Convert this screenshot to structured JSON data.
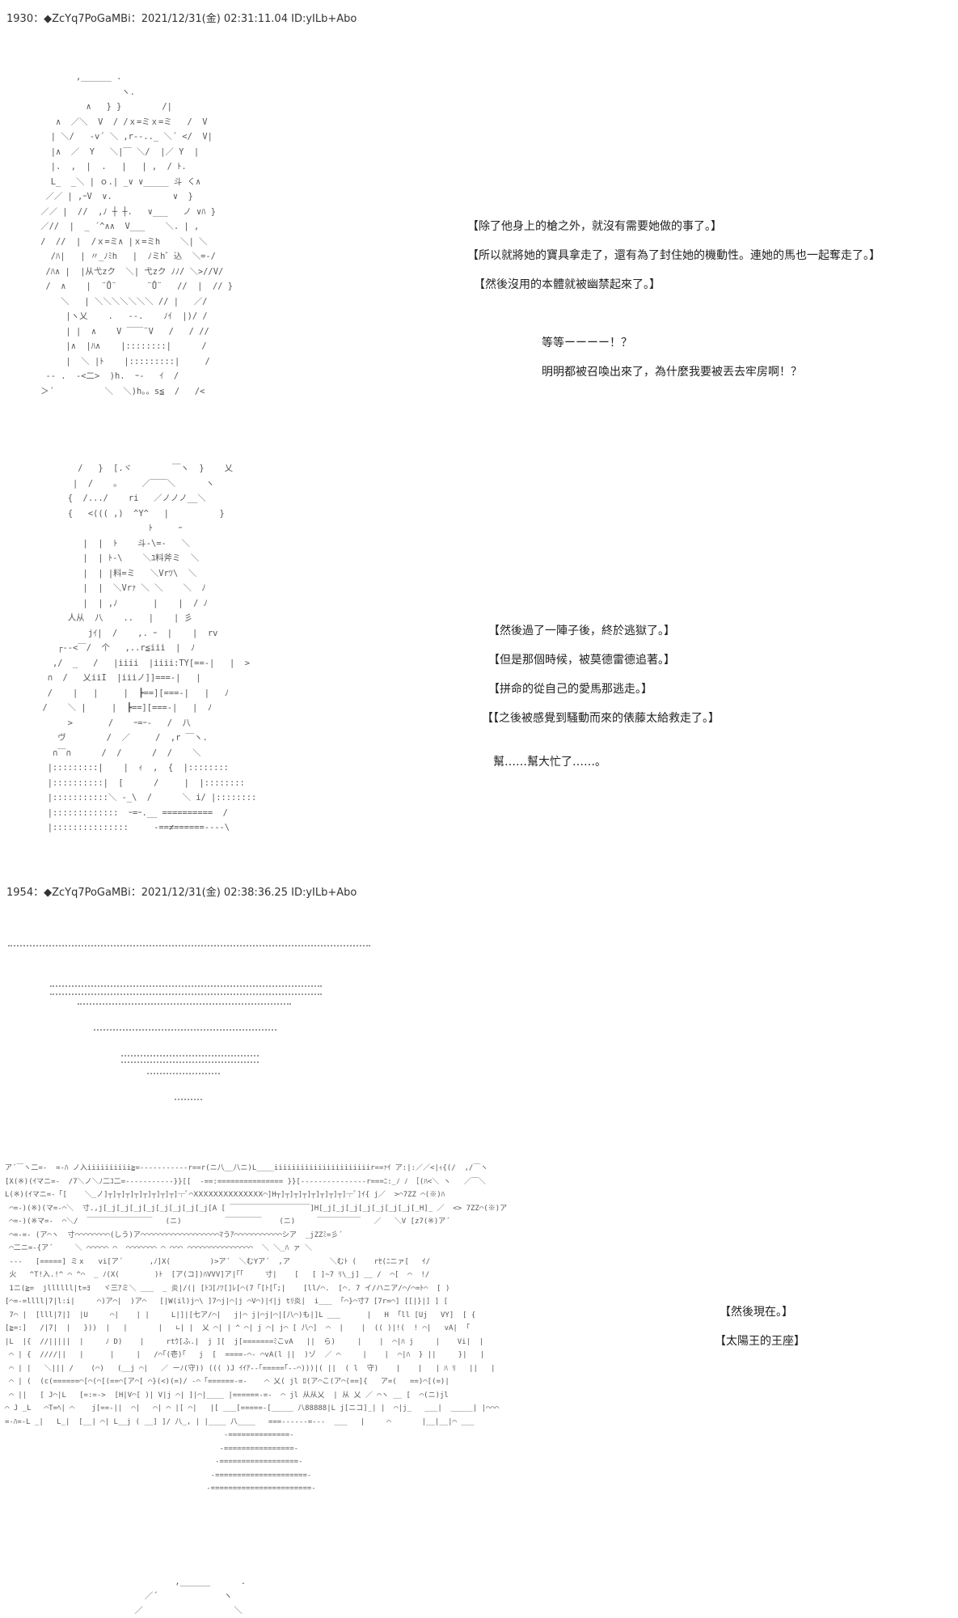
{
  "posts": [
    {
      "header": "1930：◆ZcYq7PoGaMBi：2021/12/31(金) 02:31:11.04 ID:yILb+Abo",
      "lines_a": [
        "【除了他身上的槍之外，就沒有需要她做的事了。】",
        "【所以就將她的寶具拿走了，還有為了封住她的機動性。連她的馬也一起奪走了。】",
        "【然後沒用的本體就被幽禁起來了。】"
      ],
      "lines_b": [
        "等等ーーーー！？",
        "明明都被召喚出來了，為什麼我要被丟去牢房啊！？"
      ],
      "lines_c": [
        "【然後過了一陣子後，終於逃獄了。】",
        "【但是那個時候，被莫德雷德追著。】",
        "【拼命的從自己的愛馬那逃走。】",
        "【【之後被感覺到騷動而來的俵藤太給救走了。】"
      ],
      "lines_d": [
        "幫……幫大忙了……。"
      ]
    },
    {
      "header": "1954：◆ZcYq7PoGaMBi：2021/12/31(金) 02:38:36.25 ID:yILb+Abo",
      "lines_e": [
        "【然後現在。】",
        "【太陽王的王座】"
      ]
    }
  ],
  "ascii_art": {
    "figure_one": "        ,______ .\n                 ヽ.\n          ∧   } }        /|\n    ∧  ／＼  V  / /ｘ=ミｘ=ミ   /  V\n   | ＼/   -v´ ＼ ,r--.._ ＼´ </  V|\n   |∧  ／  Y   ＼|￣ ＼/  |／ Y  |\n   |.  ,  |  .   |   | ,  / ﾄ.\n   L_  _＼ | ｏ.| _∨ ∨_____ 斗 く∧\n  ／／ | ,ｰV  ∨.            ∨  }\n ／／ |  //  ,ﾉ ┼ ┼.   ∨___   ノ ∨ﾊ }\n ／//  |  _ ´^∧∧  V___    ＼. | ,\n /  //  |  /ｘ=ミ∧ |ｘ=ミh    ＼| ＼\n   /ﾊ|   | 〃_ﾉﾐh   |  ﾉミh゛込  ＼=-/\n  /ﾊ∧ |  |从弋zク  ＼| 弋zク ﾉﾉ/ ＼>//V/\n  /  ∧    |  ¨Ů¨      ¨Ů¨   //  |  // }\n     ＼   | ＼＼＼＼＼＼＼ // |   ／/\n      |ヽ乂    .   --.    ﾉｲ  |)/ /\n      | |  ∧    V ￣￣¨V   /   / //\n      |∧  |ﾊ∧    |::::::::|      /\n      |  ＼ |ﾄ    |:::::::::|     /\n  -- .  ‐<二>  )h.  ｰ‐   ｲ  /\n ＞´          ＼  ＼)h。。s≦  /   /<",
    "figure_two": "         /   }  [.ヾ        ￣ヽ  }    乂\n        |  /    。    ／￣￣＼      ヽ\n       {  /.../    ri   ／ノノノ__＼\n       {   <((( ,)  ^Y^   |          }\n                       ﾄ     ｰ\n          |  |  ﾄ    斗-\\=-   ＼\n          |  | ﾄ-\\    ＼ﾕ料斧ミ  ＼\n          |  | |料=ミ   ＼Vrﾂ\\  ＼\n          |  |  ＼Vrｧ ＼ ＼    ＼  ﾉ\n          |  | ,ﾉ       |    |  / ﾉ\n       人从  八    ..   |    | 彡\n           jｲ|  /    ,. ｰ  |    |  rv\n     ┌--<￣/  个   ,..r≦iii  |  ﾉ\n    ,/  _   /   |iiii  |iiii:TY[==-|   |  >\n   ∩  /   乂iiI  |iiiノ]]===-|   |  \n   /    |   |     |  ┣==][===-|   |   ﾉ\n  /    ＼ |     |  ┣==][===-|   |  ﾉ\n       >       /    ｰ=ｰ-   /  八\n     ヴ        /  ／     /  ,r ￣ヽ.\n    ∩￣∩      /  /      /  /    ＼\n   |:::::::::|    |  ｨ  ,  {  |::::::::\n   |::::::::::|  [      /     |  |::::::::\n   |:::::::::::＼ -_\\  /      ＼ i/ |::::::::\n   |:::::::::::::  ｰ=ｰ.__ ==========  /\n   |:::::::::::::::     -==≠======----\\",
    "castle": "ア´￣ヽ二=-  =-ﾊ ノ入iiiiiiiiii≧=-----------r==r(ニ八__八ニ)L____iiiiiiiiiiiiiiiiiiiiiir==ｧｲ ア:|:／／<|ｨ{(/  ,/￣ヽ\n[X(※)(ｲマニ=-  /7＼ノ＼ﾉ二ｺ二=-----------}}[[  -==:=============== }}[---------------r===ﾆ:_ﾉ ﾉ ［(ﾊ<＼ ヽ   ／￣＼\nL(※)(ｲマニ=-「[    ＼_ノ]┬]┬]┬]┬]┬]┬]┬]┬]┬ﾟ⌒ⅩⅩⅩⅩⅩⅩⅩⅩⅩⅩⅩⅩⅩⅩ⌒]H┬]┬]┬]┬]┬]┬]┬]┬]┬ﾟ]ｲ{ j／  >⌒7ZZ ⌒(※)ﾊ\n ⌒=-)(※)(マ=-⌒＼  寸.,j[_j[_j[_j[_j[_j[_j[_j[_j[A [ ￣￣￣￣￣￣￣￣￣￣￣]H[_j[_j[_j[_j[_j[_j[_j[_H]_ ／  <> 7ZZ⌒(※)ア\n ⌒=-)(※マ=-  ⌒＼/  ￣￣￣￣￣￣￣￣￣   (ニ)          ￣￣￣￣￣    (ニ)     ￣￣￣￣￣￣   ／   ＼V [z7(※)ア´\n ⌒=-=- (ア⌒ヽ  寸⌒⌒⌒⌒⌒⌒⌒⌒(しう)ア⌒⌒⌒⌒⌒⌒⌒⌒⌒⌒⌒⌒⌒⌒⌒⌒⌒⌒ﾏうｱ⌒⌒⌒⌒⌒⌒⌒⌒⌒⌒⌒シア  _jZZﾐ=彡´\n ⌒二ニ=-{ア´     ＼ ⌒⌒⌒⌒⌒ ⌒  ⌒⌒⌒⌒⌒⌒⌒ ⌒ ⌒⌒⌒ ⌒⌒⌒⌒⌒⌒⌒⌒⌒⌒⌒⌒⌒⌒⌒  ＼ ＼_ﾊ ァ ＼\n -‐-   [=====] ミｘ   vi[ア´      ,ﾉ]X(         )>ア´  ＼むYア´  ,ア         ＼むﾄ (    rｾ(ﾆニァ[   ｲ/\n 火   ^T!入.!^ ⌒ ^⌒  _ ﾉ(X(        )ﾄ  [ア(コ])ﾊVVV]ア|｢｢     寸|    [   [ ]~7 ﾘ\\_j] __ /  ⌒[  ⌒  !/\n 1ニ(≧=  jllllll|t=ﾖ   ヾ三ｱミ＼ ___  _ 炎|/(| [ﾄｺ[ﾉﾂ[]ﾚ[⌒(7「[ﾄ[｢;|    [ll/⌒.  [⌒. 7 イ/ハニア/⌒/⌒=ﾄ⌒  [ )\n[⌒=-=llll|7|l:i|     ⌒)ア⌒|  )ア⌒   [|W(il)j⌒\\ ]7⌒j|⌒|j ⌒V⌒)|ｲ|j tﾘ炎|  i___  ｢⌒}⌒寸7 [7r=⌒] [[|}|] ] [\n 7⌒ |  [lll|7|]  |U     ⌒|    | |     L|]|[七ア/⌒|   j|⌒ j|⌒j|⌒|[八⌒)も|]L ___      |   H  ｢ll [Uj   VY]  [ {\n[≧=:]   /|7|  |   }))  |   |       |   ∟| |  乂 ⌒| | ^ ⌒| j ⌒| j⌒ [ 八⌒]  ⌒  |    |  (( )|!(  ! ⌒|   vA|  ｢\n|L  |{  //|||||  |     ﾉ D)    |     rtｳ[ふ.|  j ][  j[=======ﾐこvA   ||  ら)     |    |  ⌒|ﾊ j     |    Vi|  |\n ⌒ | {  ////||   |      |     |   /⌒｢(壱)｢   j  [  ====-⌒- ⌒vA(l ||  )ゾ  ／ ⌒     |    |  ⌒|ﾊ  } ||     }|   |\n ⌒ | |   ＼||| /    (⌒)   (__j ⌒|   ／ ーﾉ(守)) ((( )J ｲｲｱ--｢=====｢--⌒)))|( ||  ( l  守)    |    |   | ﾊ ﾘ   ||   |\n ⌒ | (  (c(======⌒[⌒(⌒[(==⌒[ア⌒[ ⌒}(<)(=)/ -⌒「======-=-    ⌒ 乂( jl ﾛ(ア⌒こ(ア⌒(==]{   ア=(   ==)⌒[(=)|\n ⌒ ||   [ J⌒|L   [=:=->  [H|V⌒[ )| V|j ⌒| ]|⌒|____ |======-=-  ⌒ jl 从从乂  | 从 乂 ／ ⌒ヽ __ [  ⌒(ニ)jl\n⌒ J _L   ⌒T=ﾍ| ⌒    j[==-||  ⌒|   ⌒| ⌒ |[ ⌒|   |[ ___[=====-[_____ 八88888|L j[ニコ]_| |  ⌒|j_   ___|  _____| |⌒⌒⌒\n=-ﾊ=-L _|   L_|  [__| ⌒| L__j ( __] ]/ 八_, | |____ 八____   ===------=---  ___   |     ⌒       |__|__|⌒ ___\n                                                  -==============-\n                                                 -================-\n                                                -==================-\n                                               -=====================-\n                                              -=======================-\n                                             -=========================-",
    "bottom_figure": "                         ,______      .\n                   ／´             ヽ\n                 ／                  ＼"
  }
}
